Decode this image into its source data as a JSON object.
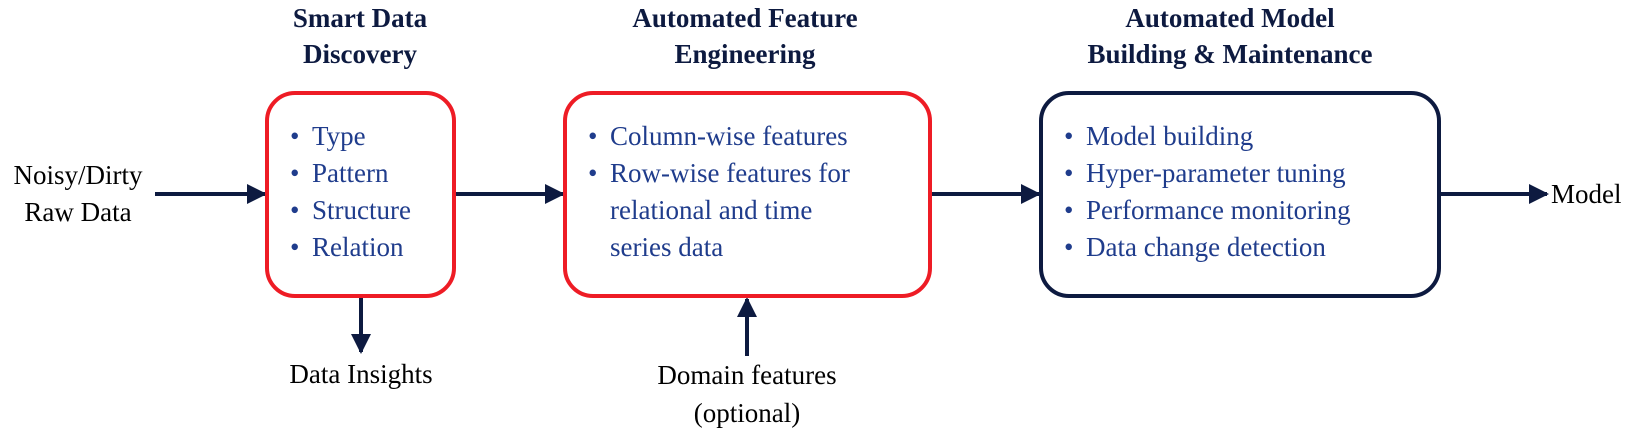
{
  "stages": [
    {
      "title_line1": "Smart Data",
      "title_line2": "Discovery",
      "items": [
        "Type",
        "Pattern",
        "Structure",
        "Relation"
      ]
    },
    {
      "title_line1": "Automated Feature",
      "title_line2": "Engineering",
      "items": [
        "Column-wise features",
        "Row-wise features for",
        "relational and time",
        "series data"
      ]
    },
    {
      "title_line1": "Automated Model",
      "title_line2": "Building & Maintenance",
      "items": [
        "Model building",
        "Hyper-parameter tuning",
        "Performance monitoring",
        "Data change detection"
      ]
    }
  ],
  "input": {
    "line1": "Noisy/Dirty",
    "line2": "Raw Data"
  },
  "output": {
    "label": "Model"
  },
  "side_outputs": {
    "insights": "Data Insights"
  },
  "side_inputs": {
    "domain_line1": "Domain features",
    "domain_line2": "(optional)"
  },
  "bullet": "•",
  "colors": {
    "box_red": "#ee1c25",
    "box_dark": "#0d1a40",
    "arrow": "#0d1a40",
    "list_text": "#1f3c8c"
  }
}
